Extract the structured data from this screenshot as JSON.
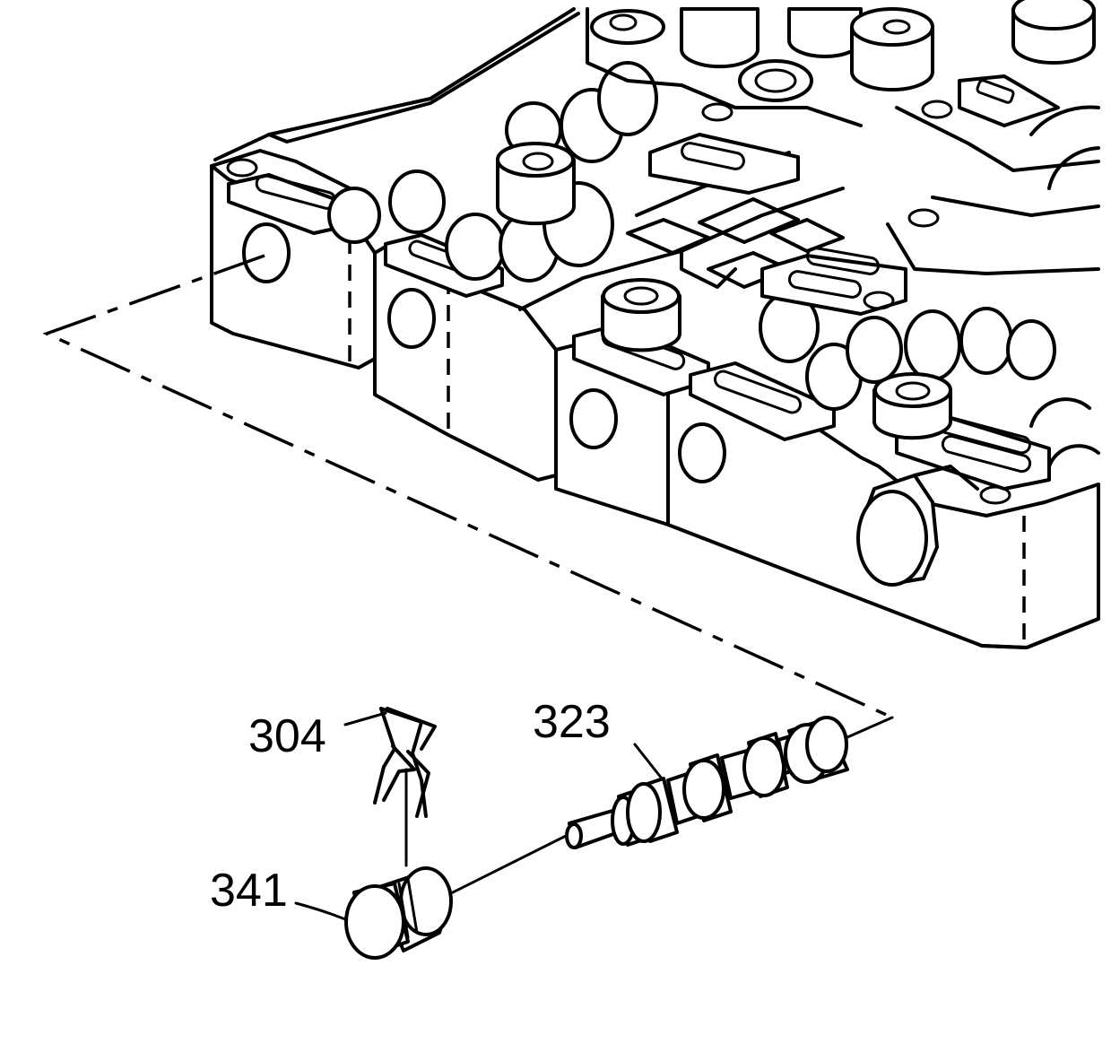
{
  "callouts": {
    "retainer_clip": "304",
    "valve": "323",
    "plug": "341"
  }
}
